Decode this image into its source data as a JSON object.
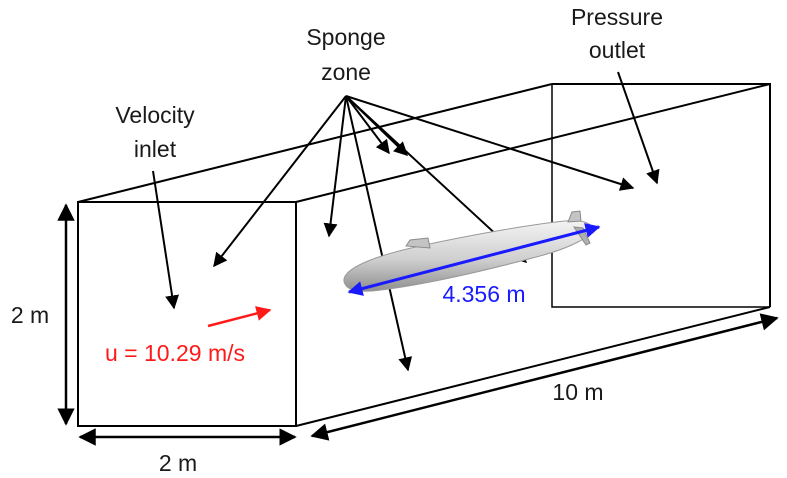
{
  "labels": {
    "sponge_line1": "Sponge",
    "sponge_line2": "zone",
    "pressure_line1": "Pressure",
    "pressure_line2": "outlet",
    "velocity_line1": "Velocity",
    "velocity_line2": "inlet",
    "height": "2 m",
    "width": "2 m",
    "length": "10 m",
    "velocity_value": "u = 10.29 m/s",
    "sub_length": "4.356 m"
  },
  "colors": {
    "line": "#000000",
    "velocity": "#ff1a1a",
    "dimension": "#1a1aff",
    "hull": "#d6d6d6"
  }
}
